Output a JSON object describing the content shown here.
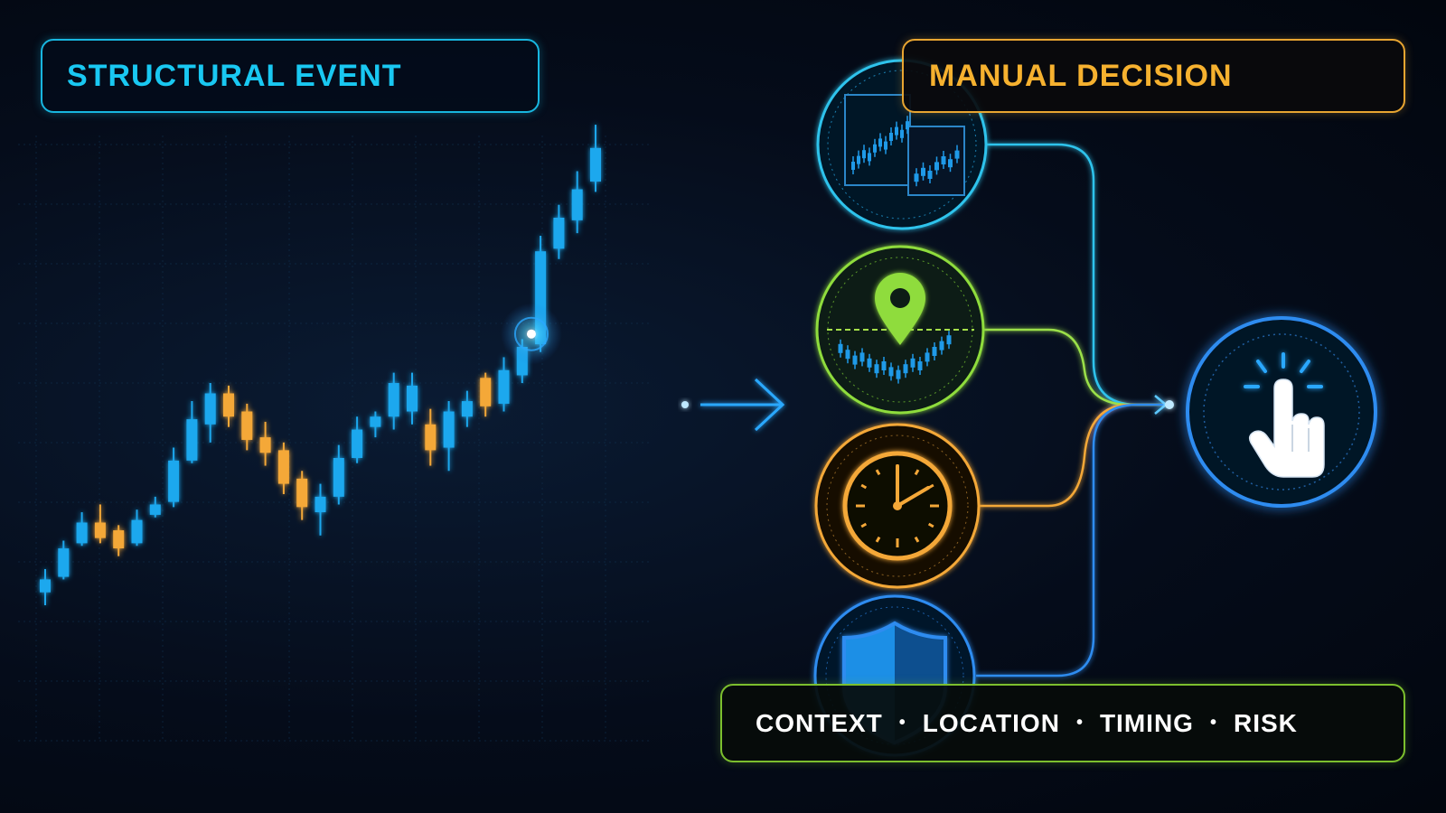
{
  "labels": {
    "structural_event": "STRUCTURAL EVENT",
    "manual_decision": "MANUAL DECISION",
    "factors": [
      "CONTEXT",
      "LOCATION",
      "TIMING",
      "RISK"
    ],
    "separator": "•"
  },
  "colors": {
    "background": "#050c1a",
    "bullish": "#1aa8ee",
    "bearish": "#f4a838",
    "cyan": "#19c8f2",
    "green": "#8fdc3c",
    "orange": "#f4a838",
    "blue": "#2d8cf0",
    "white": "#ffffff"
  },
  "icons": {
    "context": "multi-timeframe-chart-icon",
    "location": "map-pin-icon",
    "timing": "clock-icon",
    "risk": "shield-icon",
    "decision": "pointing-hand-click-icon",
    "arrow": "arrow-right-icon"
  },
  "chart_data": {
    "type": "candlestick",
    "series": [
      {
        "type": "up",
        "open": 10,
        "close": 20,
        "high": 28,
        "low": 0
      },
      {
        "type": "up",
        "open": 22,
        "close": 44,
        "high": 50,
        "low": 20
      },
      {
        "type": "up",
        "open": 48,
        "close": 64,
        "high": 72,
        "low": 46
      },
      {
        "type": "down",
        "open": 64,
        "close": 52,
        "high": 78,
        "low": 48
      },
      {
        "type": "down",
        "open": 58,
        "close": 44,
        "high": 62,
        "low": 38
      },
      {
        "type": "up",
        "open": 48,
        "close": 66,
        "high": 74,
        "low": 46
      },
      {
        "type": "up",
        "open": 70,
        "close": 78,
        "high": 84,
        "low": 68
      },
      {
        "type": "up",
        "open": 80,
        "close": 112,
        "high": 122,
        "low": 76
      },
      {
        "type": "up",
        "open": 112,
        "close": 144,
        "high": 158,
        "low": 110
      },
      {
        "type": "up",
        "open": 140,
        "close": 164,
        "high": 172,
        "low": 126
      },
      {
        "type": "down",
        "open": 164,
        "close": 146,
        "high": 170,
        "low": 138
      },
      {
        "type": "down",
        "open": 150,
        "close": 128,
        "high": 156,
        "low": 120
      },
      {
        "type": "down",
        "open": 130,
        "close": 118,
        "high": 142,
        "low": 108
      },
      {
        "type": "down",
        "open": 120,
        "close": 94,
        "high": 126,
        "low": 86
      },
      {
        "type": "down",
        "open": 98,
        "close": 76,
        "high": 104,
        "low": 66
      },
      {
        "type": "up",
        "open": 72,
        "close": 84,
        "high": 94,
        "low": 54
      },
      {
        "type": "up",
        "open": 84,
        "close": 114,
        "high": 124,
        "low": 78
      },
      {
        "type": "up",
        "open": 114,
        "close": 136,
        "high": 146,
        "low": 110
      },
      {
        "type": "up",
        "open": 138,
        "close": 146,
        "high": 150,
        "low": 130
      },
      {
        "type": "up",
        "open": 146,
        "close": 172,
        "high": 180,
        "low": 136
      },
      {
        "type": "up",
        "open": 150,
        "close": 170,
        "high": 180,
        "low": 140
      },
      {
        "type": "down",
        "open": 140,
        "close": 120,
        "high": 152,
        "low": 108
      },
      {
        "type": "up",
        "open": 122,
        "close": 150,
        "high": 158,
        "low": 104
      },
      {
        "type": "up",
        "open": 146,
        "close": 158,
        "high": 166,
        "low": 138
      },
      {
        "type": "down",
        "open": 176,
        "close": 154,
        "high": 180,
        "low": 146
      },
      {
        "type": "up",
        "open": 156,
        "close": 182,
        "high": 192,
        "low": 150
      },
      {
        "type": "up",
        "open": 178,
        "close": 200,
        "high": 206,
        "low": 172
      },
      {
        "type": "up",
        "open": 202,
        "close": 274,
        "high": 286,
        "low": 196
      },
      {
        "type": "up",
        "open": 276,
        "close": 300,
        "high": 310,
        "low": 268
      },
      {
        "type": "up",
        "open": 298,
        "close": 322,
        "high": 336,
        "low": 288
      },
      {
        "type": "up",
        "open": 328,
        "close": 354,
        "high": 372,
        "low": 320
      }
    ],
    "breakout_level": 210,
    "breakout_index": 26
  },
  "mini_chart": {
    "left_panel": [
      10,
      14,
      18,
      16,
      22,
      26,
      24,
      30,
      34,
      32,
      38
    ],
    "right_panel": [
      8,
      12,
      10,
      16,
      20,
      18,
      24
    ]
  }
}
